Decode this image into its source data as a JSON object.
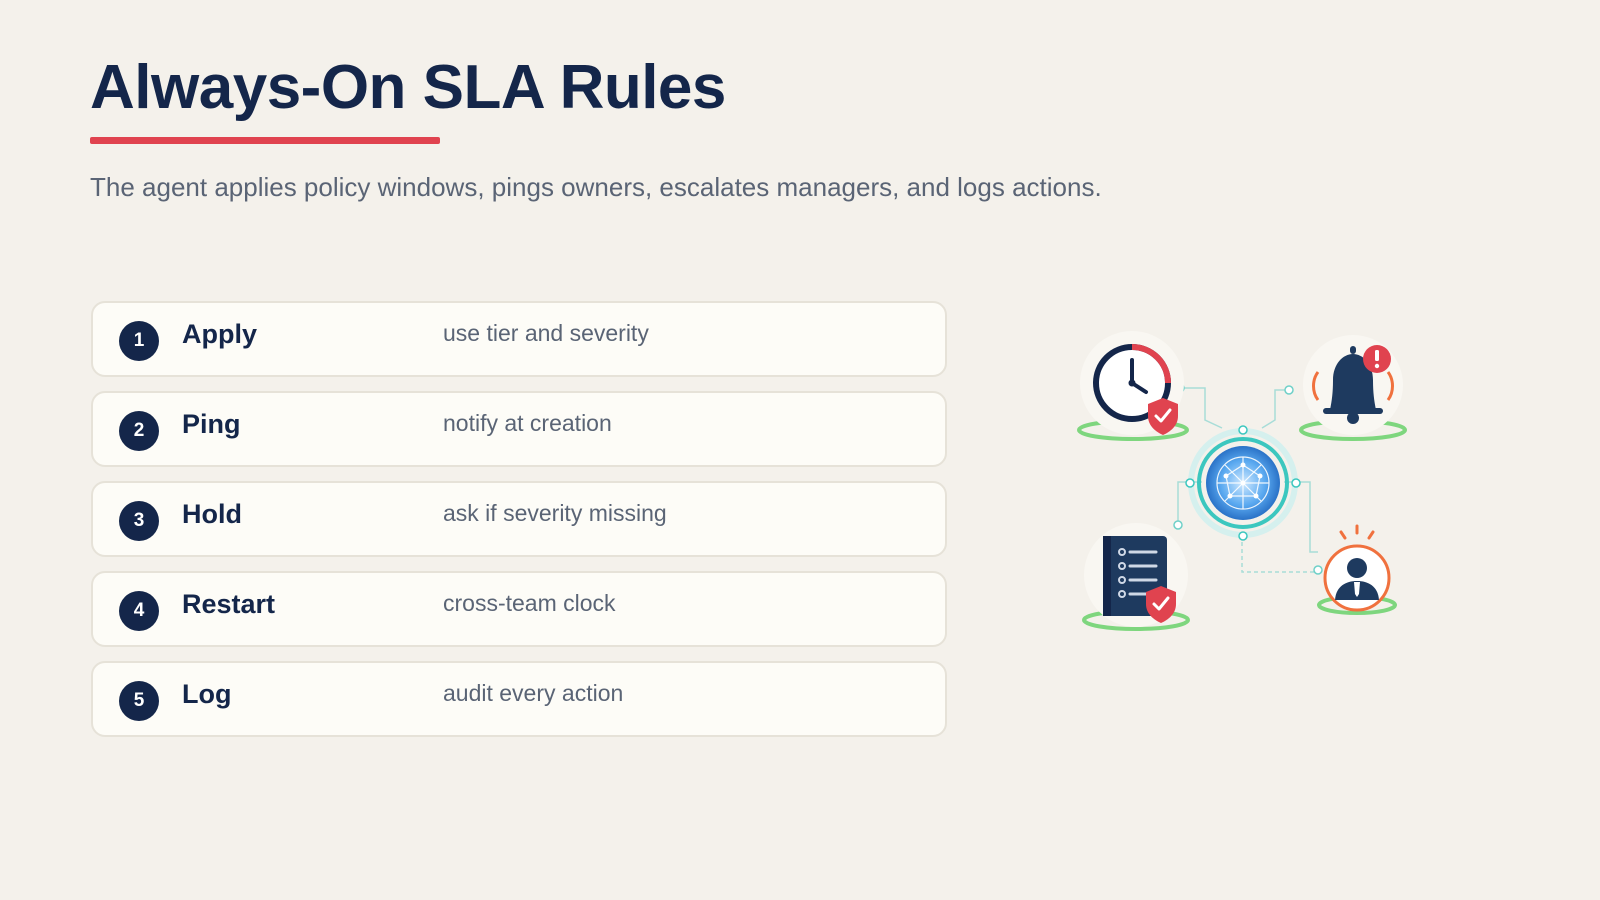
{
  "slide": {
    "title": "Always-On SLA Rules",
    "subtitle": "The agent applies policy windows, pings owners, escalates managers, and logs actions."
  },
  "steps": [
    {
      "number": "1",
      "label": "Apply",
      "description": "use tier and severity"
    },
    {
      "number": "2",
      "label": "Ping",
      "description": "notify at creation"
    },
    {
      "number": "3",
      "label": "Hold",
      "description": "ask if severity missing"
    },
    {
      "number": "4",
      "label": "Restart",
      "description": "cross-team clock"
    },
    {
      "number": "5",
      "label": "Log",
      "description": "audit every action"
    }
  ],
  "illustration": {
    "icons": [
      "clock-shield-icon",
      "bell-alert-icon",
      "ai-network-hub-icon",
      "checklist-shield-icon",
      "manager-person-icon"
    ]
  },
  "colors": {
    "navy": "#14264a",
    "accent_red": "#e0434f",
    "muted_text": "#5a6475",
    "background": "#f4f1eb",
    "teal": "#3cc7bf",
    "green": "#7ed67e",
    "orange": "#f0713e"
  }
}
